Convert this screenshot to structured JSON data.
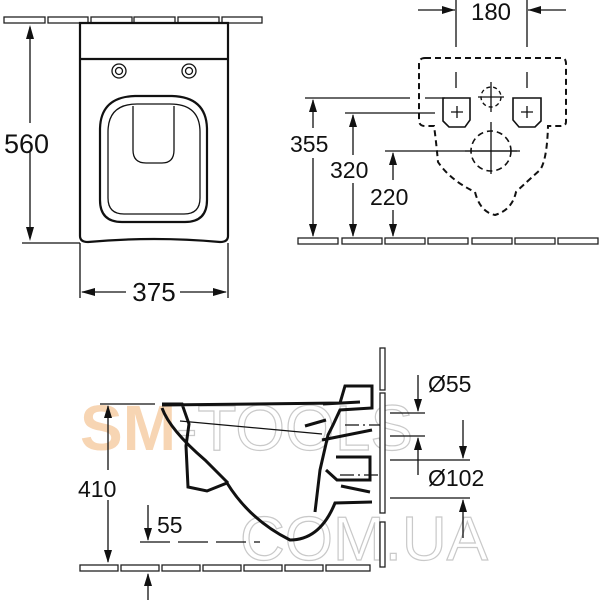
{
  "top_view": {
    "height_label": "560",
    "width_label": "375"
  },
  "rear_view": {
    "fixing_spacing_label": "180",
    "height_355_label": "355",
    "height_320_label": "320",
    "height_220_label": "220"
  },
  "side_view": {
    "height_label": "410",
    "floor_gap_label": "55",
    "inlet_label": "Ø55",
    "outlet_label": "Ø102"
  },
  "watermark": {
    "line1_colored": "SM",
    "line1_rest": "-TOOLS",
    "line2": "COM.UA"
  },
  "colors": {
    "line": "#111111",
    "watermark_orange": "#f5c79a",
    "watermark_grey": "#c9c9c9"
  }
}
